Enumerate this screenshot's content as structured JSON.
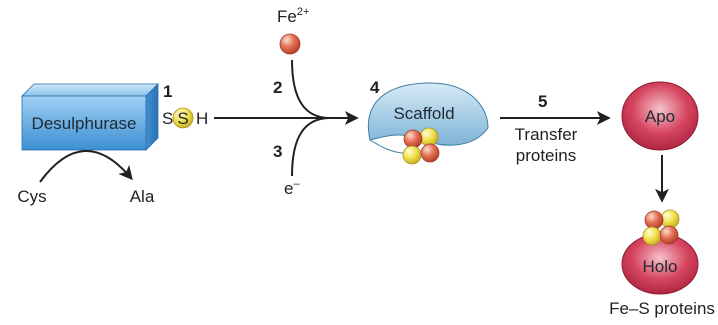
{
  "enzyme": {
    "label": "Desulphurase",
    "s1": "S",
    "s2": "S",
    "h": "H"
  },
  "substrate": {
    "input": "Cys",
    "output": "Ala"
  },
  "iron": {
    "base": "Fe",
    "charge": "2+"
  },
  "electron": {
    "base": "e",
    "charge": "–"
  },
  "scaffold": {
    "label": "Scaffold"
  },
  "transfer": {
    "line1": "Transfer",
    "line2": "proteins"
  },
  "apo": {
    "label": "Apo"
  },
  "holo": {
    "label": "Holo"
  },
  "product": {
    "label": "Fe–S proteins"
  },
  "steps": [
    "1",
    "2",
    "3",
    "4",
    "5"
  ],
  "colors": {
    "enzyme": "#5aa2dc",
    "scaffold": "#a9cfe6",
    "protein": "#d23e5a",
    "iron": "#e06a4e",
    "sulfur": "#f0e04a",
    "arrow": "#231f20"
  }
}
